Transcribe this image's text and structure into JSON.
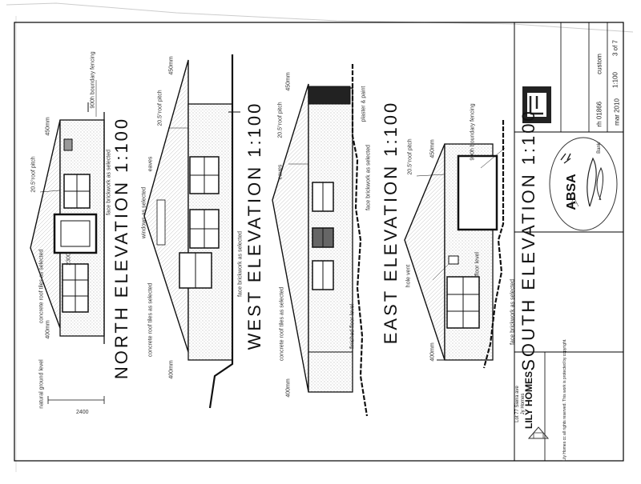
{
  "elevations": {
    "north": "NORTH ELEVATION 1:100",
    "west": "WEST ELEVATION 1:100",
    "east": "EAST ELEVATION 1:100",
    "south": "SOUTH ELEVATION 1:100"
  },
  "annotations": {
    "roof_pitch": "20.5°roof pitch",
    "mm450": "450mm",
    "mm400": "400mm",
    "boundary": "900h boundary fencing",
    "face_brick": "face brickwork as selected",
    "concrete_roof": "concrete roof tiles as selected",
    "natural_ground": "natural ground level",
    "finished_floor": "finished floor level",
    "floor_level": "floor level",
    "windows": "windows as selected",
    "eaves": "eaves",
    "hole_vent": "hole vent",
    "plaster": "plaster & paint",
    "dim_2400": "2400",
    "dim_2300": "2300"
  },
  "title_block": {
    "project": "Lot 77 Sierra ave",
    "client": "Jy Homes",
    "company": "LILY HOMES",
    "stamp": "ABSA",
    "stamp_sub": "Bank",
    "sheet": "3 of 7",
    "scale": "1:100",
    "date": "mar 2010",
    "drawing_no": "01866",
    "rev": "rh",
    "custom": "custom",
    "note": "Lily Homes cc all rights reserved. This work is protected by copyright."
  }
}
